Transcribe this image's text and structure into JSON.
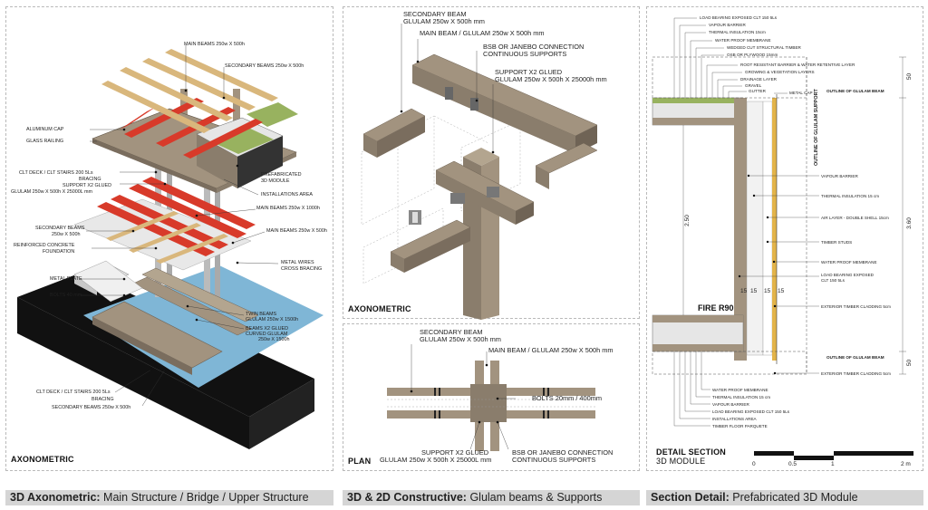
{
  "panel1": {
    "title": "AXONOMETRIC",
    "labels": {
      "main_beams_top": "MAIN BEAMS 250w X 500h",
      "secondary_beams_top": "SECONDARY BEAMS 250w X 500h",
      "aluminum_cap": "ALUMINUM CAP",
      "glass_railing": "GLASS RAILING",
      "clt_deck_1": "CLT DECK / CLT STAIRS 200 5Ls",
      "bracing_1": "BRACING",
      "support_glued": "SUPPORT X2 GLUED",
      "glulam_support": "GLULAM 250w X 500h X 25000L mm",
      "prefab_1": "PREFABRICATED",
      "prefab_2": "3D MODULE",
      "installations": "INSTALLATIONS AREA",
      "main_beams_mid": "MAIN BEAMS 250w X 1000h",
      "secondary_beams_mid_1": "SECONDARY BEAMS",
      "secondary_beams_mid_2": "250w X 500h",
      "main_beams_mid2": "MAIN BEAMS 250w X 500h",
      "concrete_1": "REINFORCED CONCRETE",
      "concrete_2": "FOUNDATION",
      "metal_wires_1": "METAL WIRES",
      "metal_wires_2": "CROSS BRACING",
      "metal_plate": "METAL PLATE",
      "bolts": "BOLTS 40 mm",
      "twin_beams_1": "TWIN BEAMS",
      "twin_beams_2": "GLULAM 250w X 1500h",
      "beams_x2_1": "BEAMS X2 GLUED",
      "beams_x2_2": "CURVED GLULAM",
      "beams_x2_3": "250w X 1500h",
      "clt_deck_2": "CLT DECK / CLT STAIRS 200 5Ls",
      "bracing_2": "BRACING",
      "secondary_beams_bottom": "SECONDARY BEAMS 250w X 500h"
    }
  },
  "panel2": {
    "title": "AXONOMETRIC",
    "labels": {
      "secondary_beam_1": "SECONDARY BEAM",
      "secondary_beam_2": "GLULAM 250w X 500h mm",
      "main_beam": "MAIN BEAM / GLULAM 250w X 500h mm",
      "bsb_1": "BSB OR JANEBO CONNECTION",
      "bsb_2": "CONTINUOUS SUPPORTS",
      "support_1": "SUPPORT X2 GLUED",
      "support_2": "GLULAM 250w X 500h X 25000h mm"
    }
  },
  "panel3": {
    "title": "PLAN",
    "labels": {
      "secondary_beam_1": "SECONDARY BEAM",
      "secondary_beam_2": "GLULAM 250w X 500h mm",
      "main_beam": "MAIN BEAM / GLULAM 250w X 500h mm",
      "bolts": "BOLTS 20mm / 400mm",
      "support_1": "SUPPORT X2 GLUED",
      "support_2": "GLULAM 250w X 500h X 25000L mm",
      "bsb_1": "BSB OR JANEBO CONNECTION",
      "bsb_2": "CONTINUOUS SUPPORTS"
    }
  },
  "panel4": {
    "title_1": "DETAIL SECTION",
    "title_2": "3D MODULE",
    "fire": "FIRE R90",
    "top_labels": [
      "LOAD BEARING EXPOSED CLT 150 5Ls",
      "VAPOUR BARRIER",
      "THERMAL INSULATION 15cm",
      "WATER PROOF MEMBRANE",
      "WEDGED CUT STRUCTURAL TIMBER",
      "OSB OR PLYWOOD 15mm",
      "ROOT RESISTANT BARRIER & WATER RETENTIVE LAYER",
      "GROWING & VEGETATION LAYERS",
      "DRAINAGE LAYER",
      "GRAVEL",
      "GUTTER",
      "METAL CAP"
    ],
    "right_labels": [
      "OUTLINE OF GLULAM BEAM",
      "VAPOUR BARRIER",
      "THERMAL INSULATION 15 cm",
      "AIR LAYER - DOUBLE SHELL 15cm",
      "TIMBER STUDS",
      "WATER PROOF MEMBRANE",
      "LOAD BEARING EXPOSED",
      "CLT 150 5Ls",
      "EXTERIOR TIMBER CLADDING 5cm",
      "OUTLINE OF GLULAM BEAM",
      "EXTERIOR TIMBER CLADDING 5cm"
    ],
    "vertical_label": "OUTLINE OF GLULAM SUPPORT",
    "bottom_labels": [
      "WATER PROOF MEMBRANE",
      "THERMAL INSULATION 15 cm",
      "VAPOUR BARRIER",
      "LOAD BEARING EXPOSED CLT 150 5Ls",
      "INSTALLATIONS AREA",
      "TIMBER FLOOR PARQUETE"
    ],
    "dims": {
      "d50_top": "50",
      "d360": "3.60",
      "d250": "2.50",
      "d50_bottom": "50",
      "w15a": "15",
      "w15b": "15",
      "w15c": "15",
      "w15d": "15"
    },
    "scale": [
      "0",
      "0.5",
      "1",
      "2 m"
    ]
  },
  "captions": [
    {
      "bold": "3D Axonometric:",
      "rest": " Main Structure / Bridge / Upper Structure"
    },
    {
      "bold": "3D & 2D Constructive:",
      "rest": " Glulam beams & Supports"
    },
    {
      "bold": "Section Detail:",
      "rest": " Prefabricated 3D Module"
    }
  ],
  "colors": {
    "glulam": "#d9b77c",
    "red_beam": "#d83a2a",
    "timber": "#a2937f",
    "water": "#7fb6d6",
    "green_roof": "#98b25f",
    "yellow_line": "#e3b44a",
    "caption_bg": "#d5d5d5"
  }
}
